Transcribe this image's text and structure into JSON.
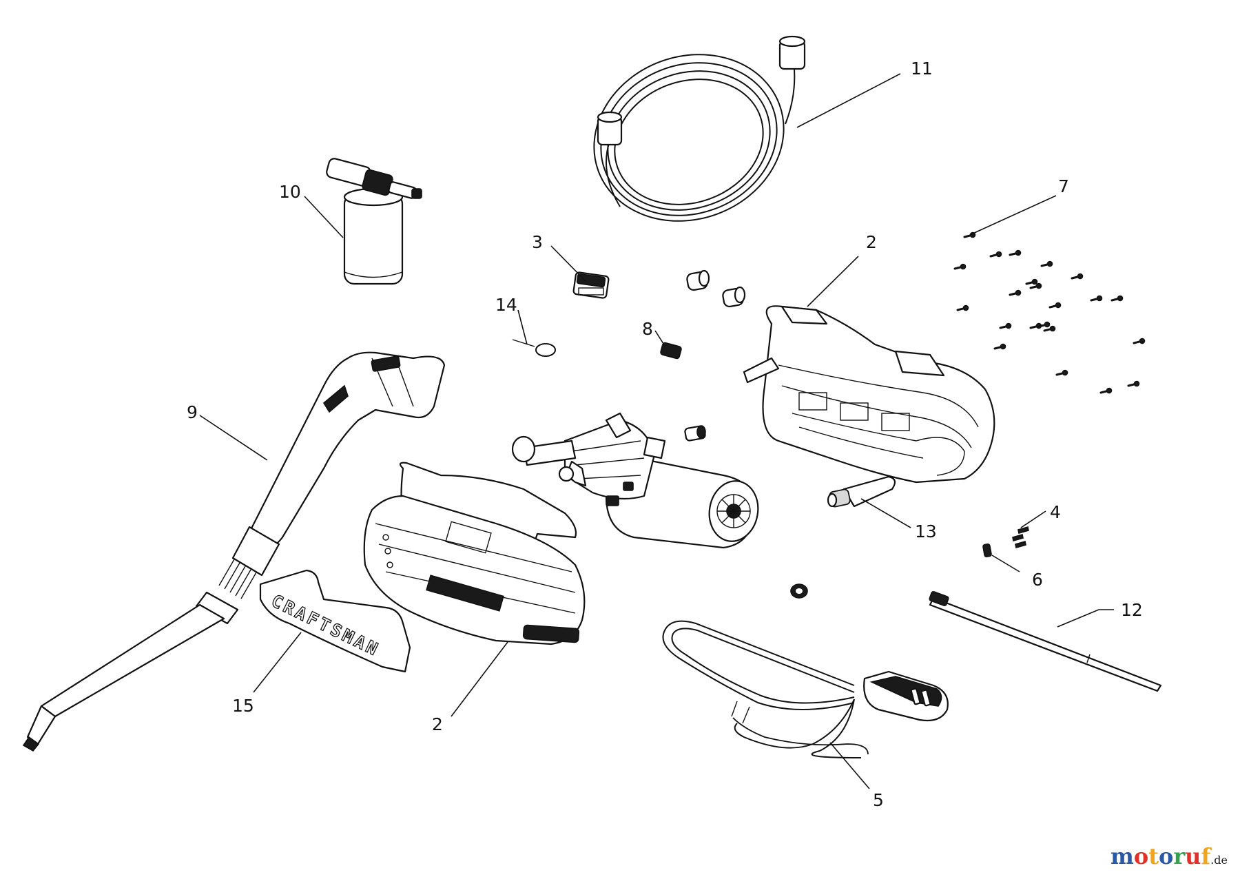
{
  "callouts": [
    {
      "id": "c11",
      "text": "11"
    },
    {
      "id": "c10",
      "text": "10"
    },
    {
      "id": "c7",
      "text": "7"
    },
    {
      "id": "c3",
      "text": "3"
    },
    {
      "id": "c2a",
      "text": "2"
    },
    {
      "id": "c14",
      "text": "14"
    },
    {
      "id": "c8",
      "text": "8"
    },
    {
      "id": "c9",
      "text": "9"
    },
    {
      "id": "c4",
      "text": "4"
    },
    {
      "id": "c13",
      "text": "13"
    },
    {
      "id": "c6",
      "text": "6"
    },
    {
      "id": "c12",
      "text": "12"
    },
    {
      "id": "c15",
      "text": "15"
    },
    {
      "id": "c2b",
      "text": "2"
    },
    {
      "id": "c5",
      "text": "5"
    }
  ],
  "label_plate": {
    "brand": "CRAFTSMAN"
  },
  "watermark": {
    "parts": [
      {
        "t": "m",
        "color": "#2b59a6"
      },
      {
        "t": "o",
        "color": "#e0322b"
      },
      {
        "t": "t",
        "color": "#f2a51a"
      },
      {
        "t": "o",
        "color": "#2b59a6"
      },
      {
        "t": "r",
        "color": "#33a04b"
      },
      {
        "t": "u",
        "color": "#e0322b"
      },
      {
        "t": "f",
        "color": "#f2a51a"
      }
    ],
    "suffix": ".de"
  }
}
